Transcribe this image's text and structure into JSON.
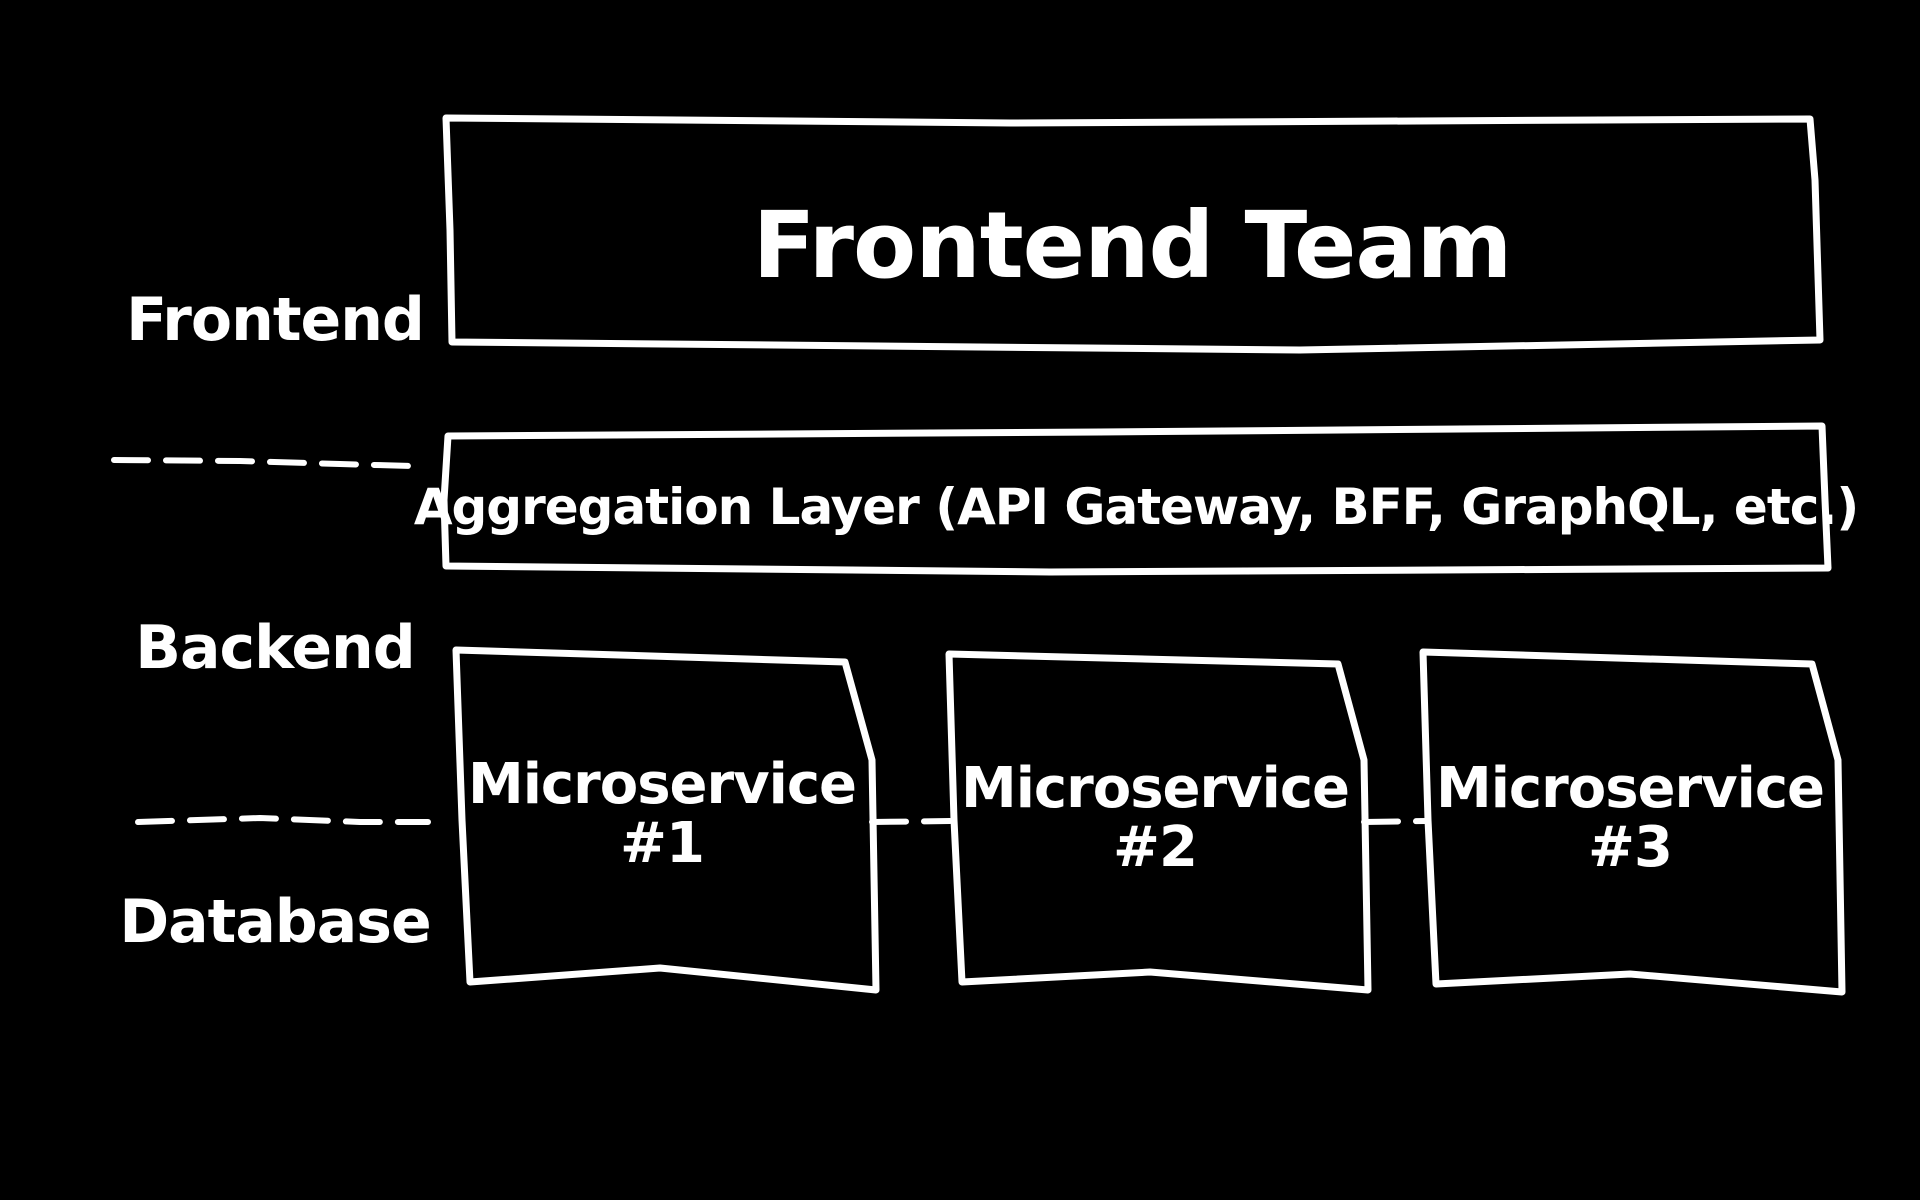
{
  "diagram": {
    "layer_labels": {
      "frontend": "Frontend",
      "backend": "Backend",
      "database": "Database"
    },
    "frontend_team": "Frontend Team",
    "aggregation_layer": "Aggregation Layer (API Gateway, BFF, GraphQL, etc.)",
    "microservices": [
      {
        "name": "Microservice",
        "number": "#1"
      },
      {
        "name": "Microservice",
        "number": "#2"
      },
      {
        "name": "Microservice",
        "number": "#3"
      }
    ],
    "colors": {
      "background": "#000000",
      "stroke": "#ffffff",
      "text": "#ffffff"
    }
  }
}
